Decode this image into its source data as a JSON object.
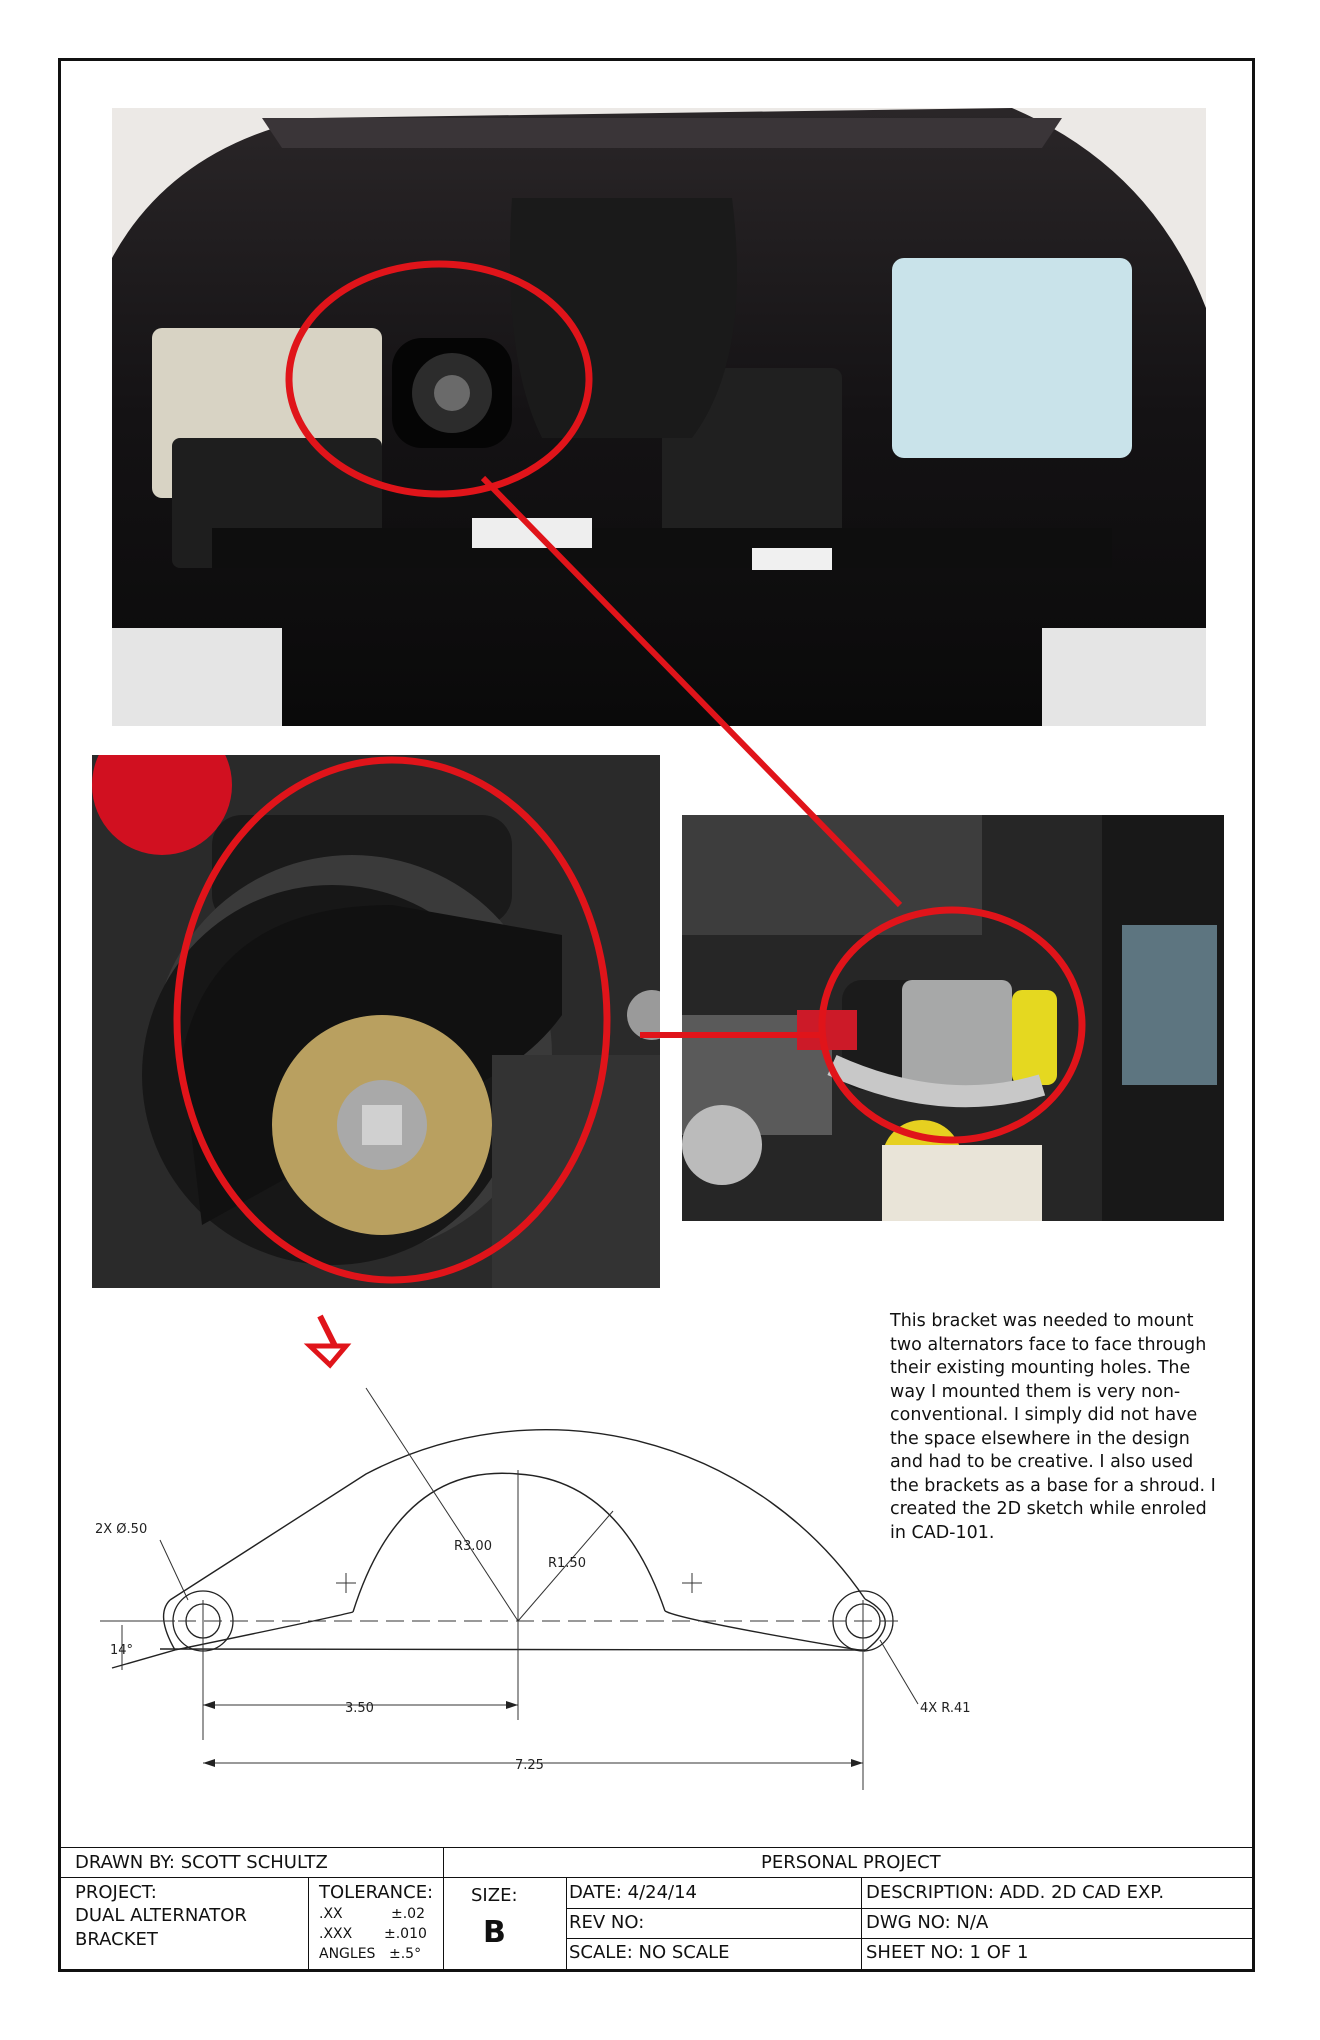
{
  "photos": {
    "engine_bay": {
      "description_icon": "engine-bay-photo"
    },
    "bracket_closeup": {
      "description_icon": "bracket-closeup-photo"
    },
    "dual_alternator": {
      "description_icon": "dual-alternator-photo"
    }
  },
  "caption": "This bracket was needed to mount two alternators face to face through their existing mounting holes. The way I mounted them is very non-conventional. I simply did not have the space elsewhere in the design and had to be creative. I also used the brackets as a base for a shroud. I created the 2D sketch while enroled in CAD-101.",
  "drawing": {
    "dims": {
      "holes": "2X Ø.50",
      "r_outer": "R3.00",
      "r_inner": "R1.50",
      "angle": "14°",
      "corner_radii": "4X R.41",
      "half_span": "3.50",
      "full_span": "7.25"
    }
  },
  "title_block": {
    "drawn_by": "DRAWN BY: SCOTT SCHULTZ",
    "header": "PERSONAL PROJECT",
    "project_label": "PROJECT:",
    "project_line1": "DUAL ALTERNATOR",
    "project_line2": "BRACKET",
    "tolerance_label": "TOLERANCE:",
    "tol_xx": ".XX",
    "tol_xx_val": "±.02",
    "tol_xxx": ".XXX",
    "tol_xxx_val": "±.010",
    "tol_angles": "ANGLES",
    "tol_angles_val": "±.5°",
    "size_label": "SIZE:",
    "size_value": "B",
    "date": "DATE: 4/24/14",
    "rev": "REV NO:",
    "scale": "SCALE: NO SCALE",
    "description": "DESCRIPTION: ADD. 2D CAD EXP.",
    "dwg_no": "DWG NO: N/A",
    "sheet_no": "SHEET NO: 1  OF 1"
  },
  "colors": {
    "highlight": "#e0141a",
    "ink": "#111111"
  }
}
